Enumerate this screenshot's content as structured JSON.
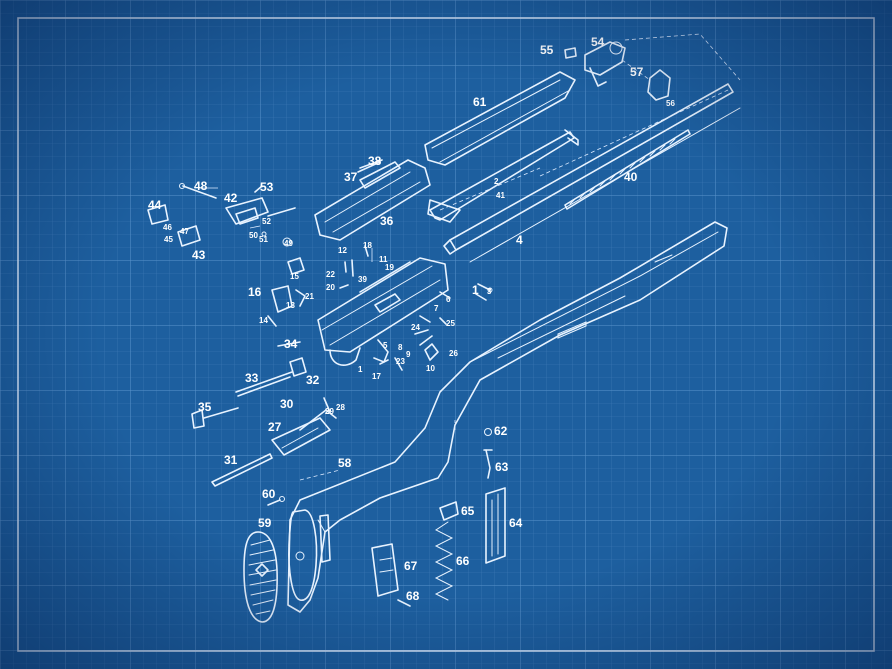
{
  "colors": {
    "background": "#1d5f9f",
    "grid": "#4a83bd",
    "ink": "#e8f3ff"
  },
  "parts": {
    "p1": "1",
    "p2": "2",
    "p3": "3",
    "p4": "4",
    "p5": "5",
    "p6": "6",
    "p7": "7",
    "p8": "8",
    "p9": "9",
    "p10": "10",
    "p11": "11",
    "p12": "12",
    "p13": "13",
    "p14": "14",
    "p15": "15",
    "p16": "16",
    "p17": "17",
    "p18": "18",
    "p19": "19",
    "p20": "20",
    "p21": "21",
    "p22": "22",
    "p23": "23",
    "p24": "24",
    "p25": "25",
    "p26": "26",
    "p27": "27",
    "p28": "28",
    "p29": "29",
    "p30": "30",
    "p31": "31",
    "p32": "32",
    "p33": "33",
    "p34": "34",
    "p35": "35",
    "p36": "36",
    "p37": "37",
    "p38": "38",
    "p39": "39",
    "p40": "40",
    "p41": "41",
    "p42": "42",
    "p43": "43",
    "p44": "44",
    "p45": "45",
    "p46": "46",
    "p47": "47",
    "p48": "48",
    "p49": "49",
    "p50": "50",
    "p51": "51",
    "p52": "52",
    "p53": "53",
    "p54": "54",
    "p55": "55",
    "p56": "56",
    "p57": "57",
    "p58": "58",
    "p59": "59",
    "p60": "60",
    "p61": "61",
    "p62": "62",
    "p63": "63",
    "p64": "64",
    "p65": "65",
    "p66": "66",
    "p67": "67",
    "p68": "68"
  }
}
